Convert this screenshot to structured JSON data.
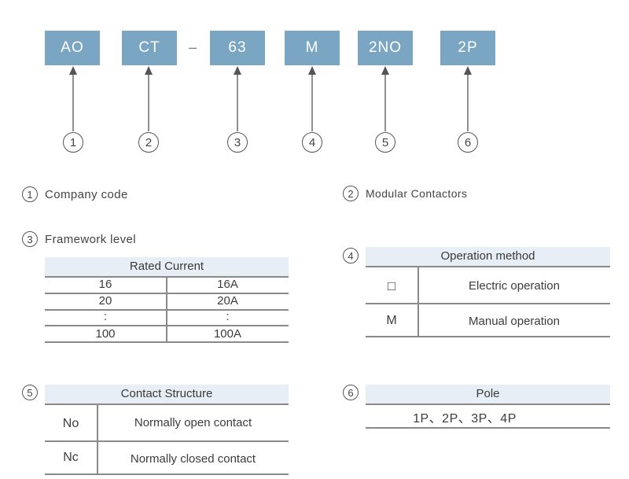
{
  "code_boxes": [
    {
      "label": "AO"
    },
    {
      "label": "CT"
    },
    {
      "label": "63"
    },
    {
      "label": "M"
    },
    {
      "label": "2NO"
    },
    {
      "label": "2P"
    }
  ],
  "separator": "–",
  "markers": [
    "1",
    "2",
    "3",
    "4",
    "5",
    "6"
  ],
  "legend": {
    "item1": {
      "num": "1",
      "text": "Company code"
    },
    "item2": {
      "num": "2",
      "text": "Modular Contactors"
    },
    "item3": {
      "num": "3",
      "text": "Framework level"
    },
    "item4": {
      "num": "4"
    },
    "item5": {
      "num": "5"
    },
    "item6": {
      "num": "6"
    }
  },
  "rated_current": {
    "header": "Rated Current",
    "rows": [
      [
        "16",
        "16A"
      ],
      [
        "20",
        "20A"
      ],
      [
        ":",
        ":"
      ],
      [
        "100",
        "100A"
      ]
    ]
  },
  "operation_method": {
    "header": "Operation method",
    "rows": [
      [
        "□",
        "Electric operation"
      ],
      [
        "M",
        "Manual operation"
      ]
    ]
  },
  "contact_structure": {
    "header": "Contact Structure",
    "rows": [
      [
        "No",
        "Normally open contact"
      ],
      [
        "Nc",
        "Normally closed contact"
      ]
    ]
  },
  "pole": {
    "header": "Pole",
    "value": "1P、2P、3P、4P"
  },
  "colors": {
    "box_fill": "#7aa6c3",
    "header_fill": "#e7eef5",
    "rule": "#8a8a8a"
  }
}
